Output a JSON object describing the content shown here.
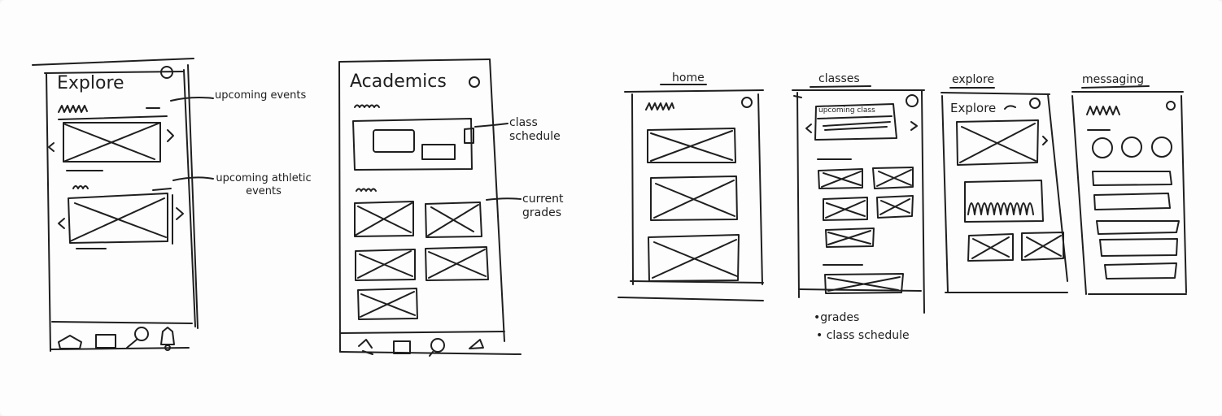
{
  "sketch1": {
    "title": "Explore",
    "annotations": [
      "upcoming events",
      "upcoming athletic events"
    ]
  },
  "sketch2": {
    "title": "Academics",
    "annotations": [
      "class schedule",
      "current grades"
    ]
  },
  "flow": {
    "screens": [
      {
        "label": "home"
      },
      {
        "label": "classes",
        "card_label": "upcoming class"
      },
      {
        "label": "explore",
        "screen_title": "Explore"
      },
      {
        "label": "messaging"
      }
    ],
    "notes": [
      "•grades",
      "• class schedule"
    ]
  }
}
